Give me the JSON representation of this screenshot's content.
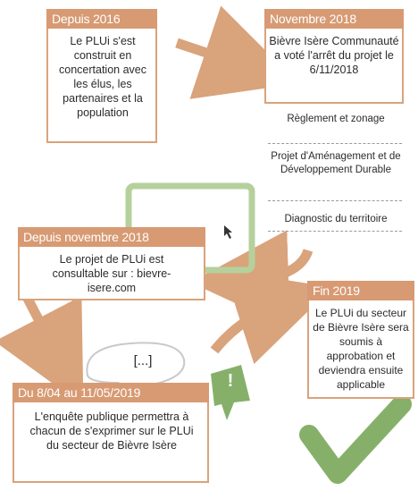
{
  "boxes": {
    "depuis2016": {
      "header": "Depuis 2016",
      "text": "Le PLUi s'est construit en concertation avec les élus, les partenaires et la population"
    },
    "novembre2018": {
      "header": "Novembre 2018",
      "text": "Bièvre Isère Communauté a voté l'arrêt du projet le 6/11/2018"
    },
    "depuisnov2018": {
      "header": "Depuis novembre 2018",
      "text": "Le projet de PLUi est consultable sur : bievre-isere.com"
    },
    "enquete": {
      "header": "Du 8/04 au 11/05/2019",
      "text": "L'enquête publique permettra à chacun de s'exprimer sur le PLUi du secteur de Bièvre Isère"
    },
    "fin2019": {
      "header": "Fin 2019",
      "text": "Le PLUi du secteur de Bièvre Isère sera soumis à approbation et deviendra ensuite applicable"
    }
  },
  "documents": [
    "Règlement et zonage",
    "Projet d'Aménagement et de Développement Durable",
    "Diagnostic du territoire"
  ],
  "speech_bubble": "[...]",
  "exclamation": "!",
  "colors": {
    "accent": "#d79a73",
    "green": "#7cab5e",
    "arrow": "#d9a37c"
  }
}
